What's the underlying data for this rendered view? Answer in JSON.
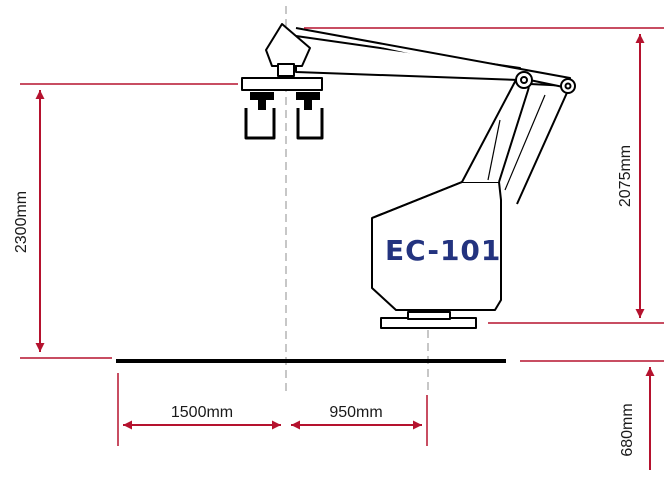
{
  "diagram": {
    "model_label": "EC-101",
    "dimensions": {
      "left_height": "2300mm",
      "right_height": "2075mm",
      "base_height": "680mm",
      "reach_left": "1500mm",
      "reach_right": "950mm"
    }
  },
  "colors": {
    "dimension_line": "#b5122e",
    "outline": "#000000",
    "model_text": "#23337f",
    "centerline": "#8f8f8f"
  }
}
